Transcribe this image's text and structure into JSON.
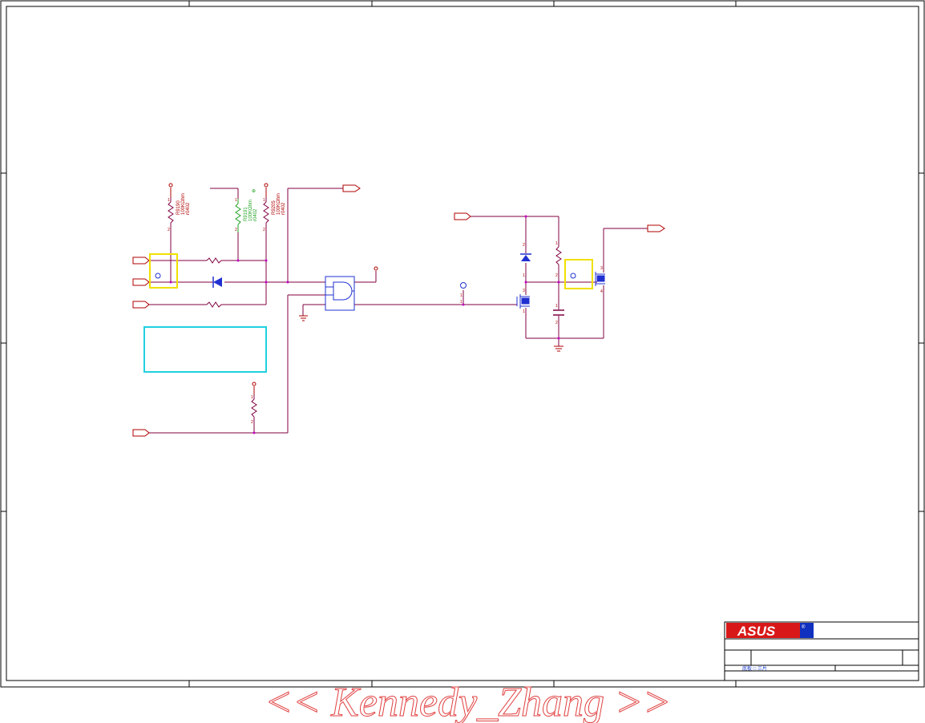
{
  "watermark": {
    "text": "<< Kennedy_Zhang >>",
    "color": "#e04040"
  },
  "title_block": {
    "logo_text": "ASUS",
    "logo_mark": "®",
    "footer_text": "底板 □ 三片"
  },
  "labels": {
    "r1_ref": "R9190",
    "r1_val": "100KΩhm",
    "r1_pkg": "r0402",
    "r2_ref": "R9191",
    "r2_val": "100KΩhm",
    "r2_pkg": "r0402",
    "r3_ref": "R9205",
    "r3_val": "100KΩhm",
    "r3_pkg": "r0402"
  },
  "colors": {
    "frame": "#000000",
    "wire": "#800040",
    "component": "#b00000",
    "symbol_blue": "#2030d0",
    "highlight": "#f0e000",
    "note_box": "#20d0e0",
    "logo_red": "#d81818",
    "logo_blue": "#1030c0"
  }
}
